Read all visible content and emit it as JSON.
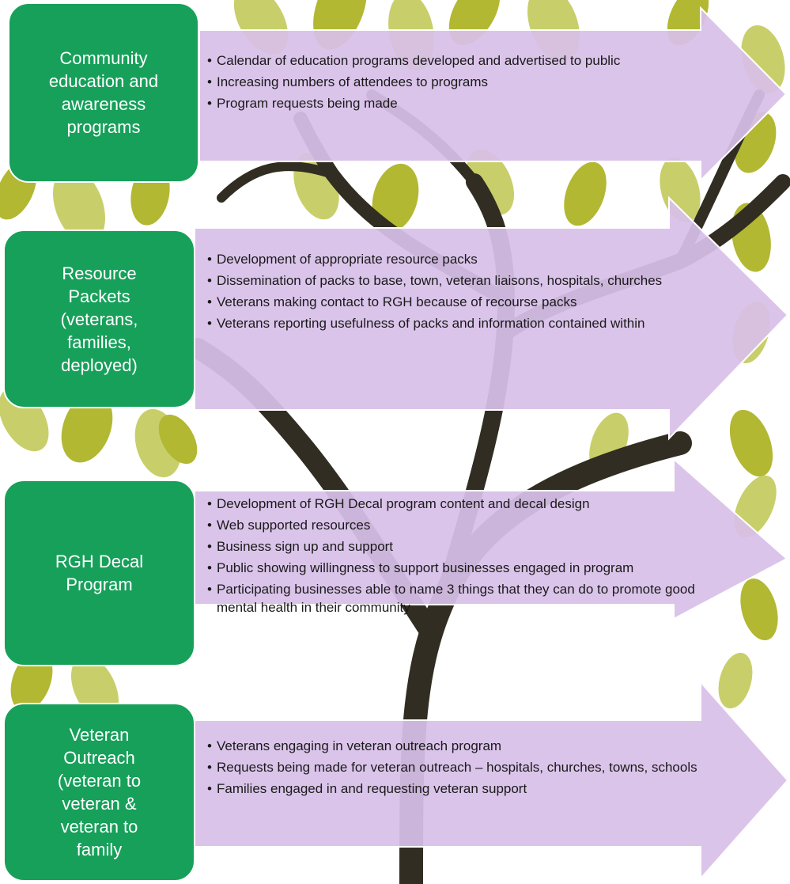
{
  "colors": {
    "box_fill": "#17a05a",
    "arrow_fill": "#d8bfe8",
    "arrow_stroke": "#ffffff",
    "leaf_light": "#c8cf6a",
    "leaf_dark": "#b2b832",
    "trunk": "#312d22",
    "text": "#1a1a1a"
  },
  "background_icon": "tree-illustration",
  "rows": [
    {
      "box_label": "Community\neducation and\nawareness\nprograms",
      "bullets": [
        "Calendar of education programs developed and advertised to public",
        "Increasing numbers of attendees to programs",
        "Program requests being made"
      ]
    },
    {
      "box_label": "Resource\nPackets\n(veterans,\nfamilies,\ndeployed)",
      "bullets": [
        "Development of appropriate resource packs",
        "Dissemination of packs to base, town, veteran liaisons, hospitals, churches",
        "Veterans making contact to RGH because of recourse packs",
        "Veterans reporting usefulness of packs and information contained within"
      ]
    },
    {
      "box_label": "RGH Decal\nProgram",
      "bullets": [
        "Development of RGH Decal program content and decal design",
        "Web supported resources",
        "Business sign up and support",
        "Public showing willingness to support businesses engaged in program",
        "Participating businesses able to name 3 things that they can do to promote good mental health in their community"
      ]
    },
    {
      "box_label": "Veteran\nOutreach\n(veteran to\nveteran &\nveteran to\nfamily",
      "bullets": [
        "Veterans engaging in veteran outreach program",
        "Requests being made for veteran outreach – hospitals, churches, towns, schools",
        "Families engaged in and requesting veteran support"
      ]
    }
  ]
}
